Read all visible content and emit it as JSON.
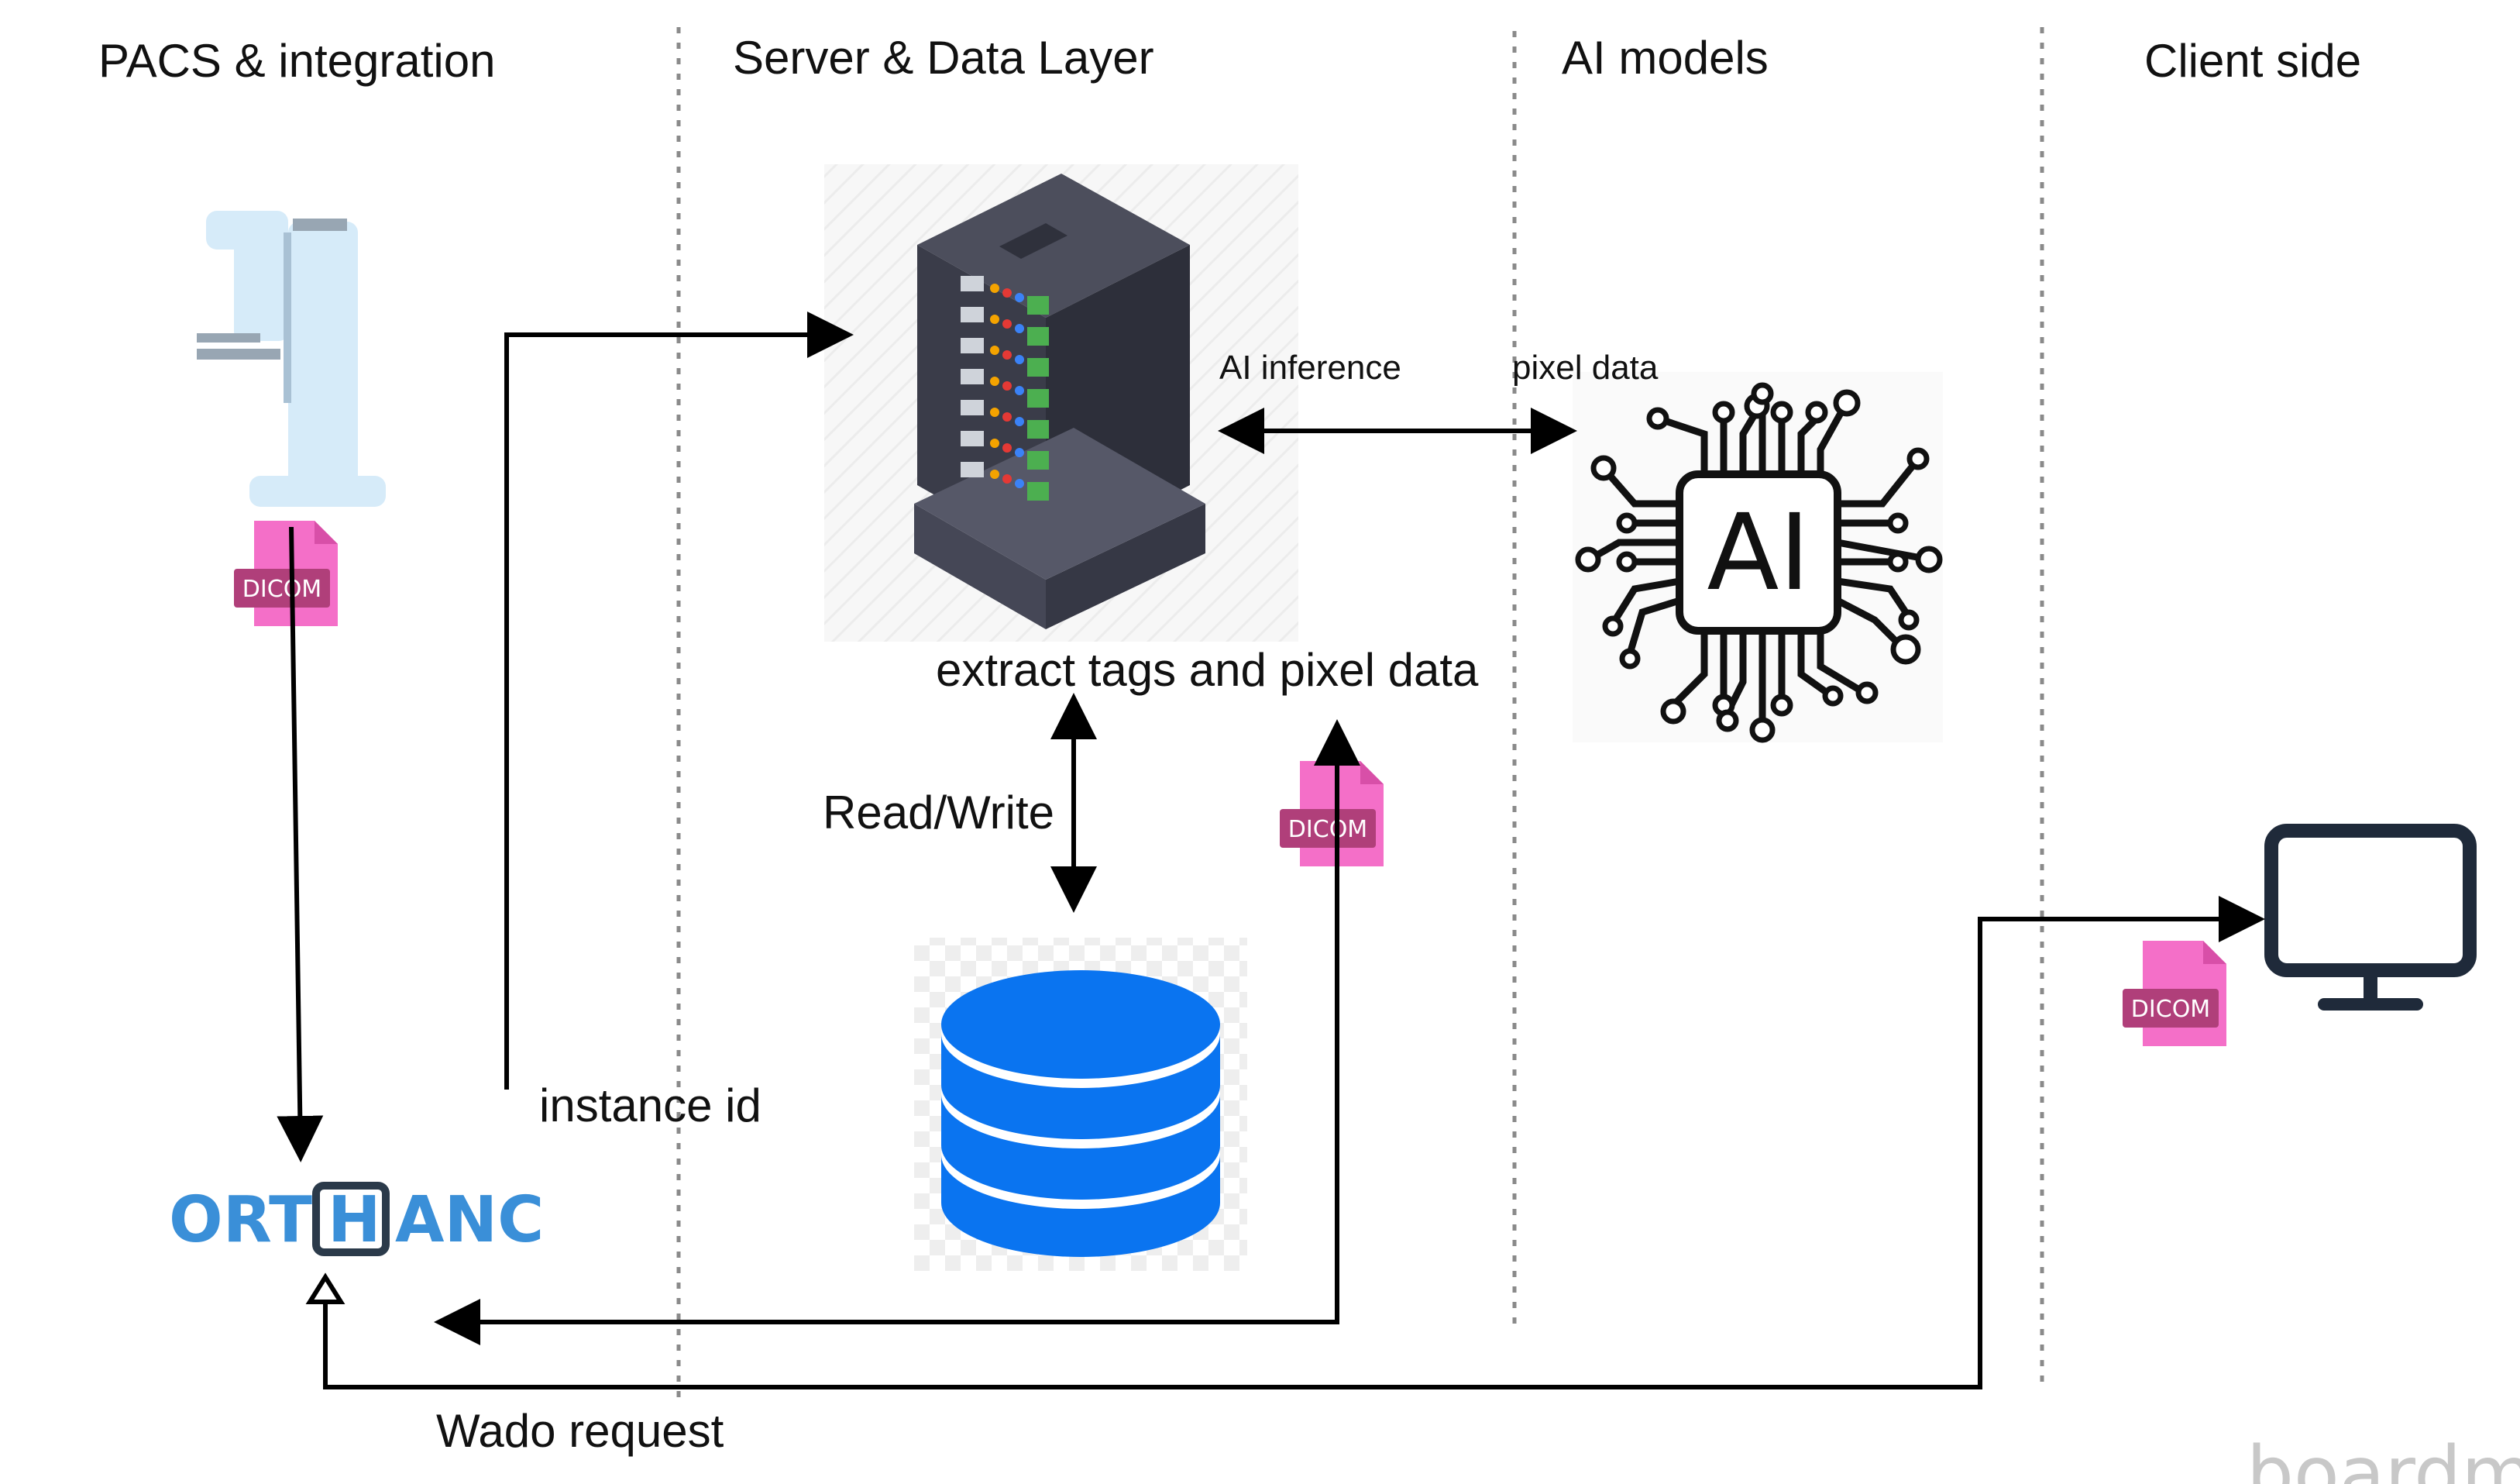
{
  "lanes": {
    "pacs": "PACS & integration",
    "server": "Server & Data Layer",
    "ai": "AI models",
    "client": "Client side"
  },
  "labels": {
    "ai_inference": "AI inference",
    "pixel_data": "pixel data",
    "extract": "extract tags and pixel data",
    "read_write": "Read/Write",
    "instance_id": "instance id",
    "wado_request": "Wado request"
  },
  "icons": {
    "modality": "x-ray-machine-icon",
    "server": "server-rack-icon",
    "database": "database-icon",
    "ai_chip": "ai-chip-icon",
    "monitor": "monitor-icon",
    "dicom_file": "dicom-file-icon",
    "orthanc_logo": "orthanc-logo"
  },
  "dicom_badge": "DICOM",
  "ai_chip_text": "AI",
  "orthanc": {
    "left": "ORT",
    "mid": "H",
    "right": "ANC"
  },
  "watermark": "boardmi",
  "colors": {
    "dicom_pink": "#f46fc8",
    "dicom_badge": "#b03f7a",
    "db_blue": "#0a74f0",
    "server_dark": "#3f4150",
    "orthanc_blue": "#3a8fd8",
    "orthanc_dark": "#2b3a4a",
    "monitor_navy": "#1f2a3a",
    "modality_blue": "#cfe6f7"
  }
}
